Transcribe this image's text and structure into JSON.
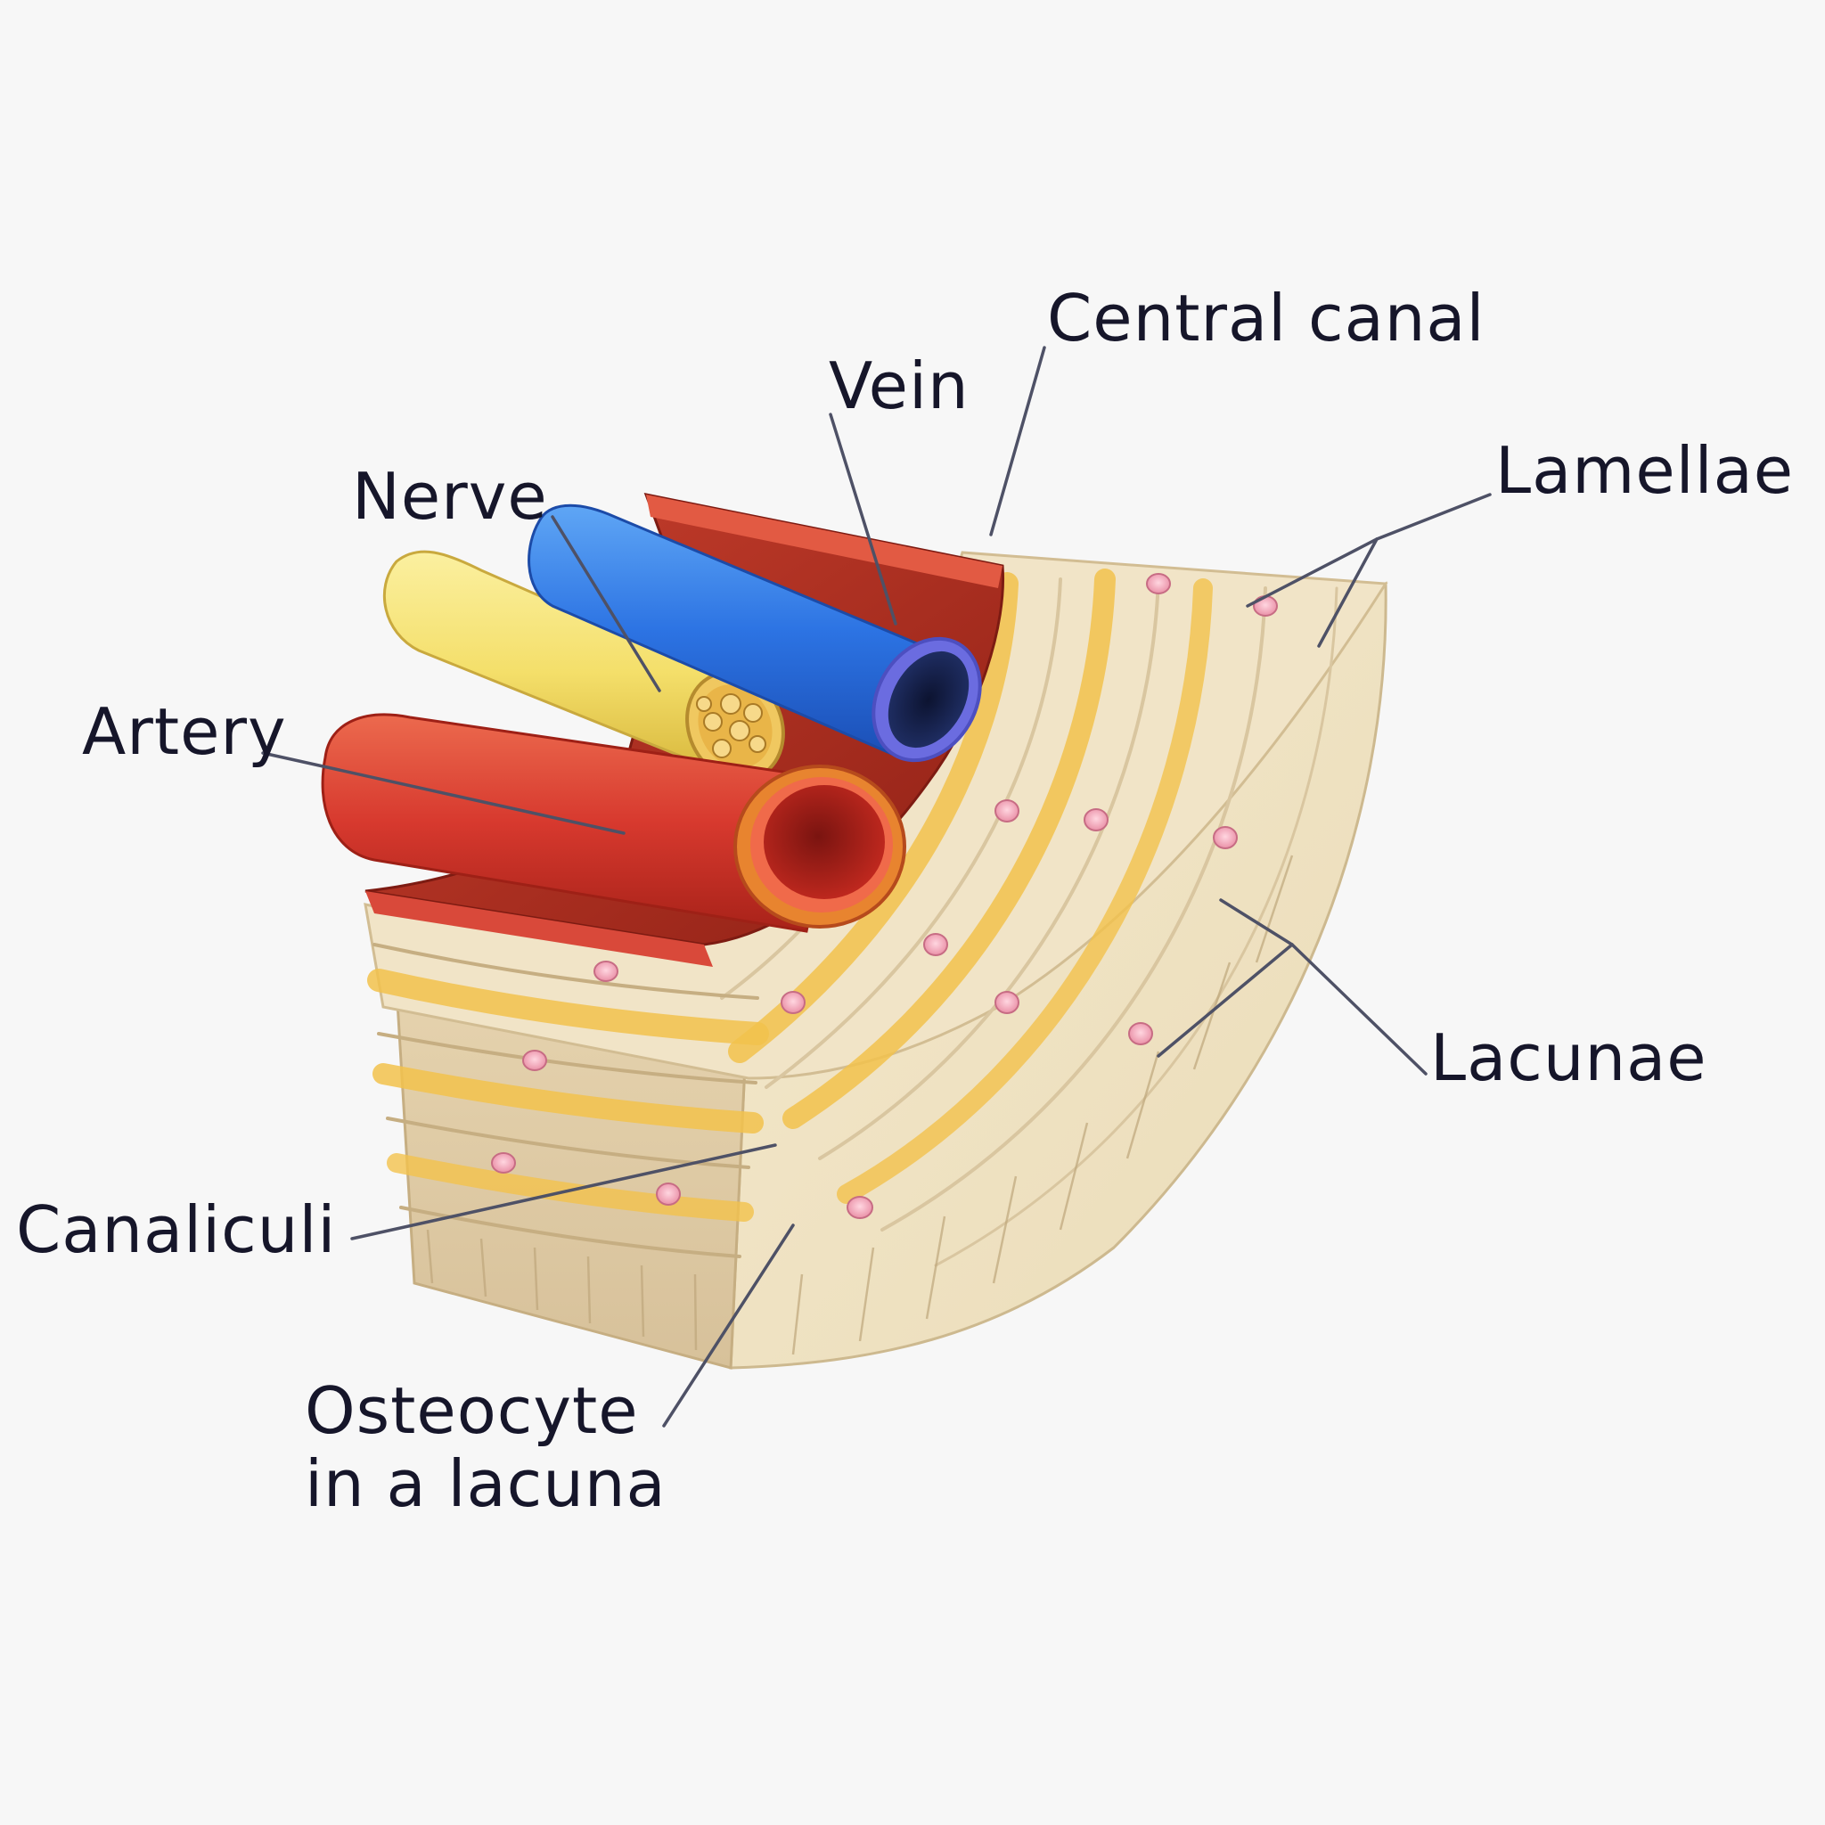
{
  "labels": {
    "central_canal": "Central canal",
    "vein": "Vein",
    "nerve": "Nerve",
    "lamellae": "Lamellae",
    "artery": "Artery",
    "lacunae": "Lacunae",
    "canaliculi": "Canaliculi",
    "osteocyte_line1": "Osteocyte",
    "osteocyte_line2": "in a lacuna"
  },
  "colors": {
    "background": "#f7f7f7",
    "bone_matrix": "#f1e4c7",
    "bone_shadow": "#d9c6a0",
    "canaliculi_yellow": "#f2c24c",
    "lacuna_pink": "#f0a8b8",
    "artery_red": "#d7392e",
    "vein_blue": "#2c73e3",
    "vein_lining": "#6b6ce0",
    "nerve_yellow": "#f4df6a",
    "canal_wall": "#b73224",
    "label_text": "#16162a"
  }
}
